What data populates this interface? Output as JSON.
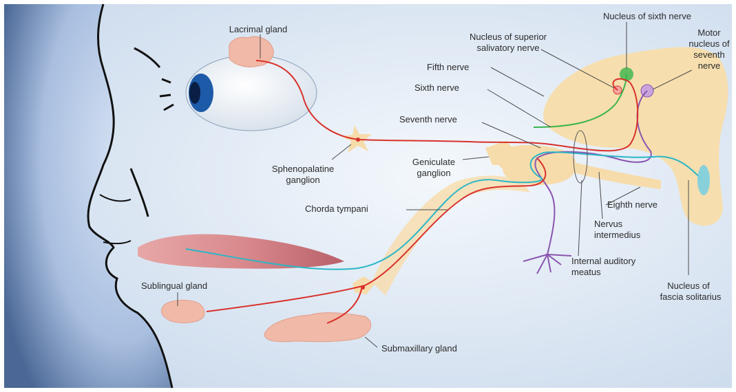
{
  "labels": {
    "lacrimal_gland": "Lacrimal gland",
    "nucleus_sixth": "Nucleus of sixth nerve",
    "nucleus_sup_sal_1": "Nucleus of superior",
    "nucleus_sup_sal_2": "salivatory nerve",
    "motor_1": "Motor",
    "motor_2": "nucleus of",
    "motor_3": "seventh",
    "motor_4": "nerve",
    "fifth_nerve": "Fifth nerve",
    "sixth_nerve": "Sixth nerve",
    "seventh_nerve": "Seventh nerve",
    "spheno_1": "Sphenopalatine",
    "spheno_2": "ganglion",
    "geniculate_1": "Geniculate",
    "geniculate_2": "ganglion",
    "chorda_tympani": "Chorda tympani",
    "eighth_nerve": "Eighth nerve",
    "nervus_1": "Nervus",
    "nervus_2": "intermedius",
    "iam_1": "Internal auditory",
    "iam_2": "meatus",
    "fascia_1": "Nucleus of",
    "fascia_2": "fascia solitarius",
    "sublingual_gland": "Sublingual gland",
    "submaxillary_gland": "Submaxillary gland"
  },
  "colors": {
    "background": "#dde9f4",
    "face": "#a9bfe0",
    "face_dark": "#3f5a85",
    "outline": "#111111",
    "brainstem": "#f6deae",
    "nerve_bundle": "#f7dcab",
    "gland": "#f0b9a8",
    "parasympathetic": "#d9302a",
    "taste": "#2bb6c6",
    "motor_purple": "#8a55b0",
    "sixth_green": "#39b44a"
  }
}
